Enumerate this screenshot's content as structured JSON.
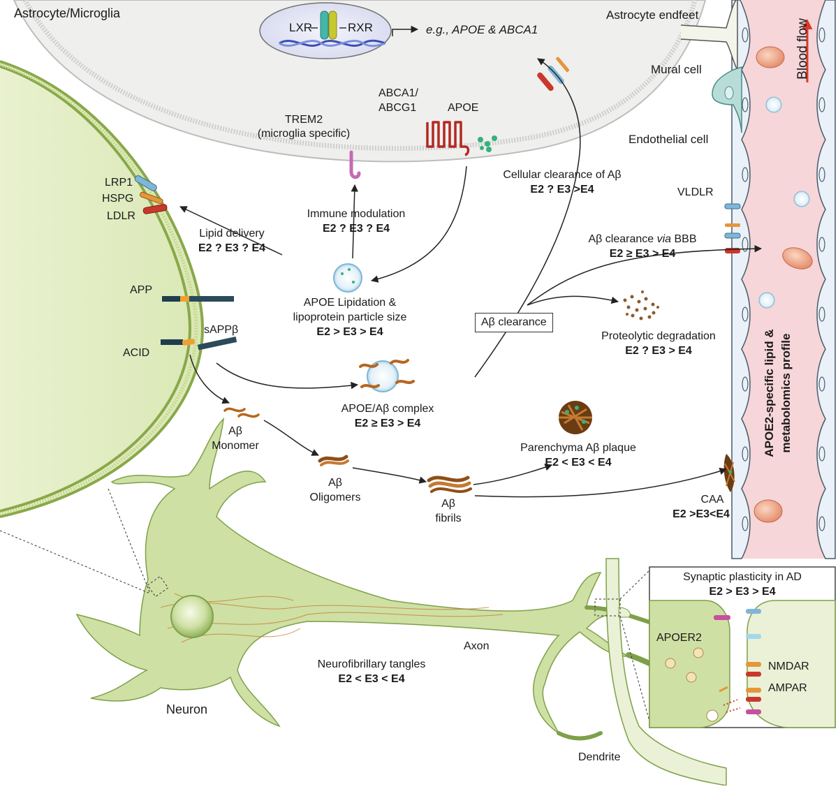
{
  "cell": {
    "title": "Astrocyte/Microglia"
  },
  "nucleus": {
    "lxr": "LXR",
    "rxr": "RXR",
    "targets": "e.g., APOE & ABCA1"
  },
  "vessel": {
    "astrocyte_endfeet": "Astrocyte endfeet",
    "mural_cell": "Mural cell",
    "endothelial_cell": "Endothelial cell",
    "vldlr": "VLDLR",
    "blood_flow": "Blood flow",
    "profile_line1": "APOE2-specific lipid &",
    "profile_line2": "metabolomics profile"
  },
  "receptors": {
    "lrp1": "LRP1",
    "hspg": "HSPG",
    "ldlr": "LDLR",
    "app": "APP",
    "sappb": "sAPPβ",
    "acid": "ACID"
  },
  "membrane": {
    "trem2_line1": "TREM2",
    "trem2_line2": "(microglia specific)",
    "abca1_line1": "ABCA1/",
    "abca1_line2": "ABCG1",
    "apoe": "APOE"
  },
  "pathways": {
    "lipid_delivery": {
      "label": "Lipid delivery",
      "rank": "E2 ? E3 ? E4"
    },
    "immune_modulation": {
      "label": "Immune modulation",
      "rank": "E2 ? E3 ? E4"
    },
    "lipidation": {
      "label_line1": "APOE Lipidation &",
      "label_line2": "lipoprotein particle size",
      "rank": "E2 > E3 > E4"
    },
    "cellular_clearance": {
      "label": "Cellular clearance of Aβ",
      "rank": "E2 ? E3 >E4"
    },
    "bbb_clearance": {
      "label_prefix": "Aβ clearance ",
      "label_italic": "via",
      "label_suffix": " BBB",
      "rank": "E2 ≥ E3 > E4"
    },
    "abeta_clearance": {
      "label": "Aβ clearance"
    },
    "proteolytic": {
      "label": "Proteolytic degradation",
      "rank": "E2 ? E3 > E4"
    },
    "complex": {
      "label": "APOE/Aβ complex",
      "rank": "E2 ≥ E3 > E4"
    },
    "monomer": {
      "line1": "Aβ",
      "line2": "Monomer"
    },
    "oligomers": {
      "line1": "Aβ",
      "line2": "Oligomers"
    },
    "fibrils": {
      "line1": "Aβ",
      "line2": "fibrils"
    },
    "plaque": {
      "label": "Parenchyma Aβ plaque",
      "rank": "E2 < E3 < E4"
    },
    "caa": {
      "label": "CAA",
      "rank": "E2 >E3<E4"
    }
  },
  "neuron": {
    "label": "Neuron",
    "axon": "Axon",
    "dendrite": "Dendrite",
    "tangles": {
      "label": "Neurofibrillary tangles",
      "rank": "E2 < E3 < E4"
    }
  },
  "synapse": {
    "title": "Synaptic plasticity in AD",
    "rank": "E2 > E3 > E4",
    "apoer2": "APOER2",
    "nmdar": "NMDAR",
    "ampar": "AMPAR"
  }
}
